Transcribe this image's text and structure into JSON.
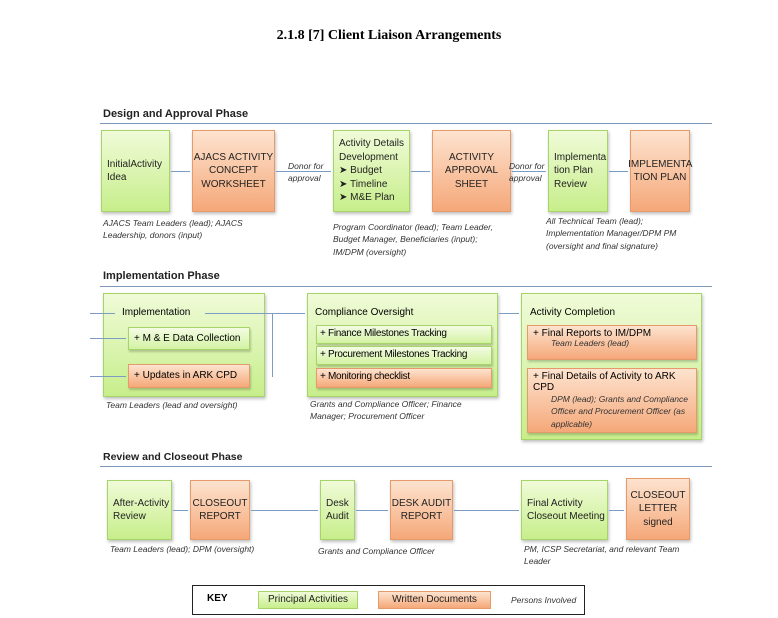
{
  "title": "2.1.8 [7] Client Liaison Arrangements",
  "phases": {
    "design": {
      "heading": "Design and Approval Phase",
      "initial": "InitialActivity Idea",
      "concept": "AJACS ACTIVITY CONCEPT WORKSHEET",
      "donor1": "Donor for approval",
      "details_title": "Activity Details Development",
      "details_items": [
        "➤ Budget",
        "➤ Timeline",
        "➤ M&E Plan"
      ],
      "approval": "ACTIVITY APPROVAL SHEET",
      "donor2": "Donor for approval",
      "review": "Implementa tion Plan Review",
      "plan": "IMPLEMENTA TION PLAN",
      "persons1": "AJACS Team Leaders (lead); AJACS Leadership, donors (input)",
      "persons2": "Program Coordinator (lead); Team Leader, Budget Manager, Beneficiaries (input); IM/DPM (oversight)",
      "persons3": "All Technical Team (lead); Implementation Manager/DPM PM (oversight and final signature)"
    },
    "implementation": {
      "heading": "Implementation Phase",
      "impl_title": "Implementation",
      "me": "+ M & E Data Collection",
      "updates": "+ Updates in ARK CPD",
      "persons1": "Team Leaders (lead and oversight)",
      "comp_title": "Compliance Oversight",
      "finance": "+ Finance Milestones Tracking",
      "procurement": "+ Procurement Milestones Tracking",
      "monitoring": "+ Monitoring checklist",
      "persons2": "Grants and Compliance Officer; Finance Manager; Procurement Officer",
      "completion_title": "Activity Completion",
      "final_reports": "+ Final Reports to IM/DPM",
      "final_reports_persons": "Team Leaders (lead)",
      "final_details": "+ Final Details of Activity to ARK CPD",
      "final_details_persons": "DPM (lead); Grants and Compliance Officer and Procurement Officer (as applicable)"
    },
    "review": {
      "heading": "Review and Closeout Phase",
      "after": "After-Activity Review",
      "closeout_report": "CLOSEOUT REPORT",
      "desk": "Desk Audit",
      "desk_report": "DESK AUDIT REPORT",
      "final_meeting": "Final Activity Closeout Meeting",
      "letter": "CLOSEOUT LETTER signed",
      "persons1": "Team Leaders (lead); DPM (oversight)",
      "persons2": "Grants and Compliance Officer",
      "persons3": "PM, ICSP Secretariat, and relevant Team Leader"
    }
  },
  "key": {
    "label": "KEY",
    "principal": "Principal Activities",
    "written": "Written Documents",
    "persons": "Persons Involved"
  }
}
